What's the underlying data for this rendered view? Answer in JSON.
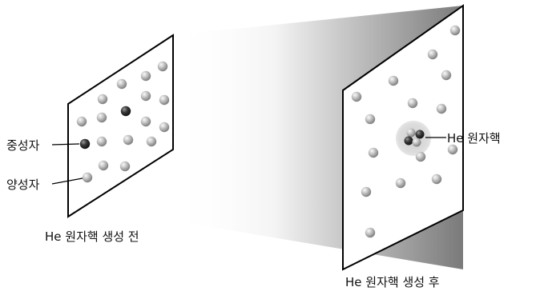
{
  "labels": {
    "neutron": "중성자",
    "proton": "양성자",
    "he_nucleus": "He 원자핵",
    "before": "He 원자핵 생성 전",
    "after": "He 원자핵 생성 후"
  },
  "colors": {
    "proton": "#b8b8b8",
    "neutron": "#2e2e2e",
    "panel_stroke": "#000000",
    "nucleus_halo": "#d6d6d6"
  }
}
